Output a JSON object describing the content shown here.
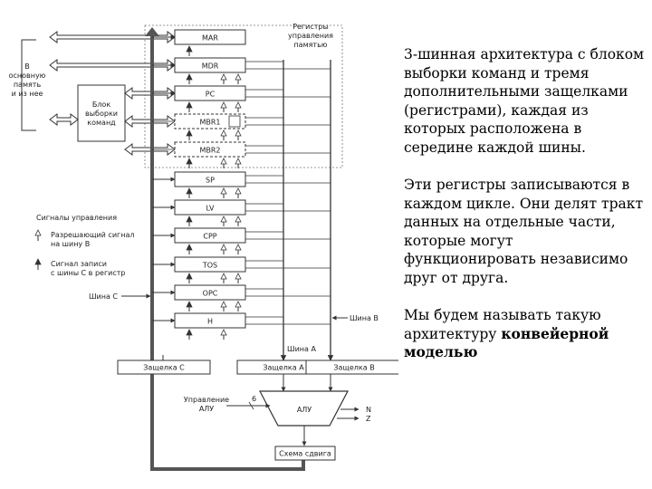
{
  "diagram": {
    "memory_label": [
      "В",
      "основную",
      "память",
      "и из нее"
    ],
    "fetch_unit_label": [
      "Блок",
      "выборки",
      "команд"
    ],
    "mem_ctrl_label": [
      "Регистры",
      "управления",
      "памятью"
    ],
    "registers": [
      "MAR",
      "MDR",
      "PC",
      "MBR1",
      "MBR2",
      "SP",
      "LV",
      "CPP",
      "TOS",
      "OPC",
      "H"
    ],
    "legend": {
      "title": "Сигналы управления",
      "enable_b": [
        "Разрешающий сигнал",
        "на шину В"
      ],
      "write_c": [
        "Сигнал записи",
        "с шины С в регистр"
      ]
    },
    "bus_c": "Шина С",
    "bus_b": "Шина В",
    "bus_a": "Шина А",
    "latch_c": "Защелка С",
    "latch_a": "Защелка А",
    "latch_b": "Защелка В",
    "alu_control": [
      "Управление",
      "АЛУ"
    ],
    "alu_control_width": "6",
    "alu": "АЛУ",
    "flags": [
      "N",
      "Z"
    ],
    "shifter": "Схема сдвига",
    "colors": {
      "line": "#333333",
      "thick": "#555555",
      "dashed": "#777777",
      "text": "#222222"
    }
  },
  "description": {
    "p1": "3-шинная архитектура с блоком выборки команд и тремя дополнительными защелками (регистрами), каждая из которых расположена в середине каждой шины.",
    "p2": "Эти регистры записываются в каждом цикле. Они делят тракт данных на отдельные части, которые могут функционировать независимо друг от друга.",
    "p3_prefix": "Мы будем называть такую архитектуру ",
    "p3_bold": "конвейерной моделью"
  }
}
